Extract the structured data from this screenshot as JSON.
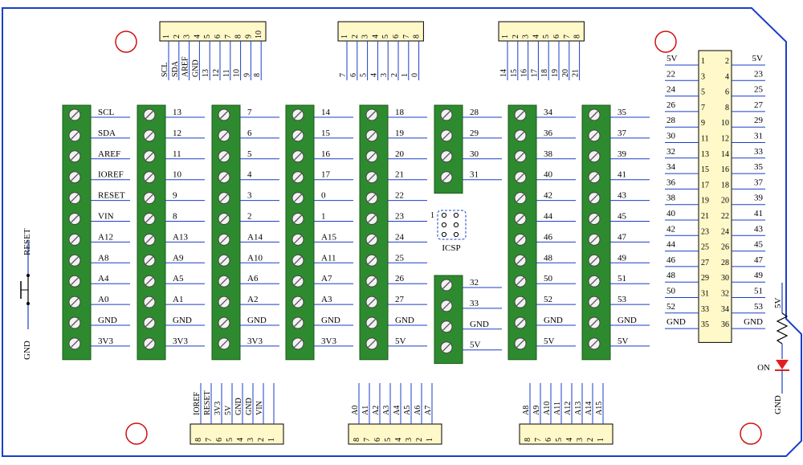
{
  "colors": {
    "board_outline": "#1a3ec8",
    "terminal_green": "#2e8a2e",
    "terminal_dark": "#1b5a1b",
    "header_fill": "#fff8c8",
    "wire": "#1a3ec8",
    "led": "#e02020",
    "text": "#000000"
  },
  "top_headers": [
    {
      "pins": [
        "1",
        "2",
        "3",
        "4",
        "5",
        "6",
        "7",
        "8",
        "9",
        "10"
      ],
      "labels": [
        "SCL",
        "SDA",
        "AREF",
        "GND",
        "13",
        "12",
        "11",
        "10",
        "9",
        "8"
      ]
    },
    {
      "pins": [
        "1",
        "2",
        "3",
        "4",
        "5",
        "6",
        "7",
        "8"
      ],
      "labels": [
        "7",
        "6",
        "5",
        "4",
        "3",
        "2",
        "1",
        "0"
      ]
    },
    {
      "pins": [
        "1",
        "2",
        "3",
        "4",
        "5",
        "6",
        "7",
        "8"
      ],
      "labels": [
        "14",
        "15",
        "16",
        "17",
        "18",
        "19",
        "20",
        "21"
      ]
    }
  ],
  "bottom_headers": [
    {
      "pins": [
        "8",
        "7",
        "6",
        "5",
        "4",
        "3",
        "2",
        "1"
      ],
      "labels": [
        "IOREF",
        "RESET",
        "3V3",
        "5V",
        "GND",
        "GND",
        "VIN",
        ""
      ]
    },
    {
      "pins": [
        "8",
        "7",
        "6",
        "5",
        "4",
        "3",
        "2",
        "1"
      ],
      "labels": [
        "A0",
        "A1",
        "A2",
        "A3",
        "A4",
        "A5",
        "A6",
        "A7"
      ]
    },
    {
      "pins": [
        "8",
        "7",
        "6",
        "5",
        "4",
        "3",
        "2",
        "1"
      ],
      "labels": [
        "A8",
        "A9",
        "A10",
        "A11",
        "A12",
        "A13",
        "A14",
        "A15"
      ]
    }
  ],
  "terminal_blocks": [
    {
      "labels": [
        "SCL",
        "SDA",
        "AREF",
        "IOREF",
        "RESET",
        "VIN",
        "A12",
        "A8",
        "A4",
        "A0",
        "GND",
        "3V3"
      ]
    },
    {
      "labels": [
        "13",
        "12",
        "11",
        "10",
        "9",
        "8",
        "A13",
        "A9",
        "A5",
        "A1",
        "GND",
        "3V3"
      ]
    },
    {
      "labels": [
        "7",
        "6",
        "5",
        "4",
        "3",
        "2",
        "A14",
        "A10",
        "A6",
        "A2",
        "GND",
        "3V3"
      ]
    },
    {
      "labels": [
        "14",
        "15",
        "16",
        "17",
        "0",
        "1",
        "A15",
        "A11",
        "A7",
        "A3",
        "GND",
        "3V3"
      ]
    },
    {
      "labels": [
        "18",
        "19",
        "20",
        "21",
        "22",
        "23",
        "24",
        "25",
        "26",
        "27",
        "GND",
        "5V"
      ]
    },
    {
      "labels": [
        "28",
        "29",
        "30",
        "31"
      ]
    },
    {
      "labels": [
        "32",
        "33",
        "GND",
        "5V"
      ]
    },
    {
      "labels": [
        "34",
        "36",
        "38",
        "40",
        "42",
        "44",
        "46",
        "48",
        "50",
        "52",
        "GND",
        "5V"
      ]
    },
    {
      "labels": [
        "35",
        "37",
        "39",
        "41",
        "43",
        "45",
        "47",
        "49",
        "51",
        "53",
        "GND",
        "5V"
      ]
    }
  ],
  "icsp": {
    "label": "ICSP",
    "pin1": "1"
  },
  "double_header": {
    "left_pins": [
      "1",
      "3",
      "5",
      "7",
      "9",
      "11",
      "13",
      "15",
      "17",
      "19",
      "21",
      "23",
      "25",
      "27",
      "29",
      "31",
      "33",
      "35"
    ],
    "right_pins": [
      "2",
      "4",
      "6",
      "8",
      "10",
      "12",
      "14",
      "16",
      "18",
      "20",
      "22",
      "24",
      "26",
      "28",
      "30",
      "32",
      "34",
      "36"
    ],
    "left_labels": [
      "5V",
      "22",
      "24",
      "26",
      "28",
      "30",
      "32",
      "34",
      "36",
      "38",
      "40",
      "42",
      "44",
      "46",
      "48",
      "50",
      "52",
      "GND"
    ],
    "right_labels": [
      "5V",
      "23",
      "25",
      "27",
      "29",
      "31",
      "33",
      "35",
      "37",
      "39",
      "41",
      "43",
      "45",
      "47",
      "49",
      "51",
      "53",
      "GND"
    ]
  },
  "reset_switch": {
    "label_top": "RESET",
    "label_bottom": "GND"
  },
  "led_circuit": {
    "vcc_label": "5V",
    "led_label": "ON",
    "gnd_label": "GND"
  }
}
